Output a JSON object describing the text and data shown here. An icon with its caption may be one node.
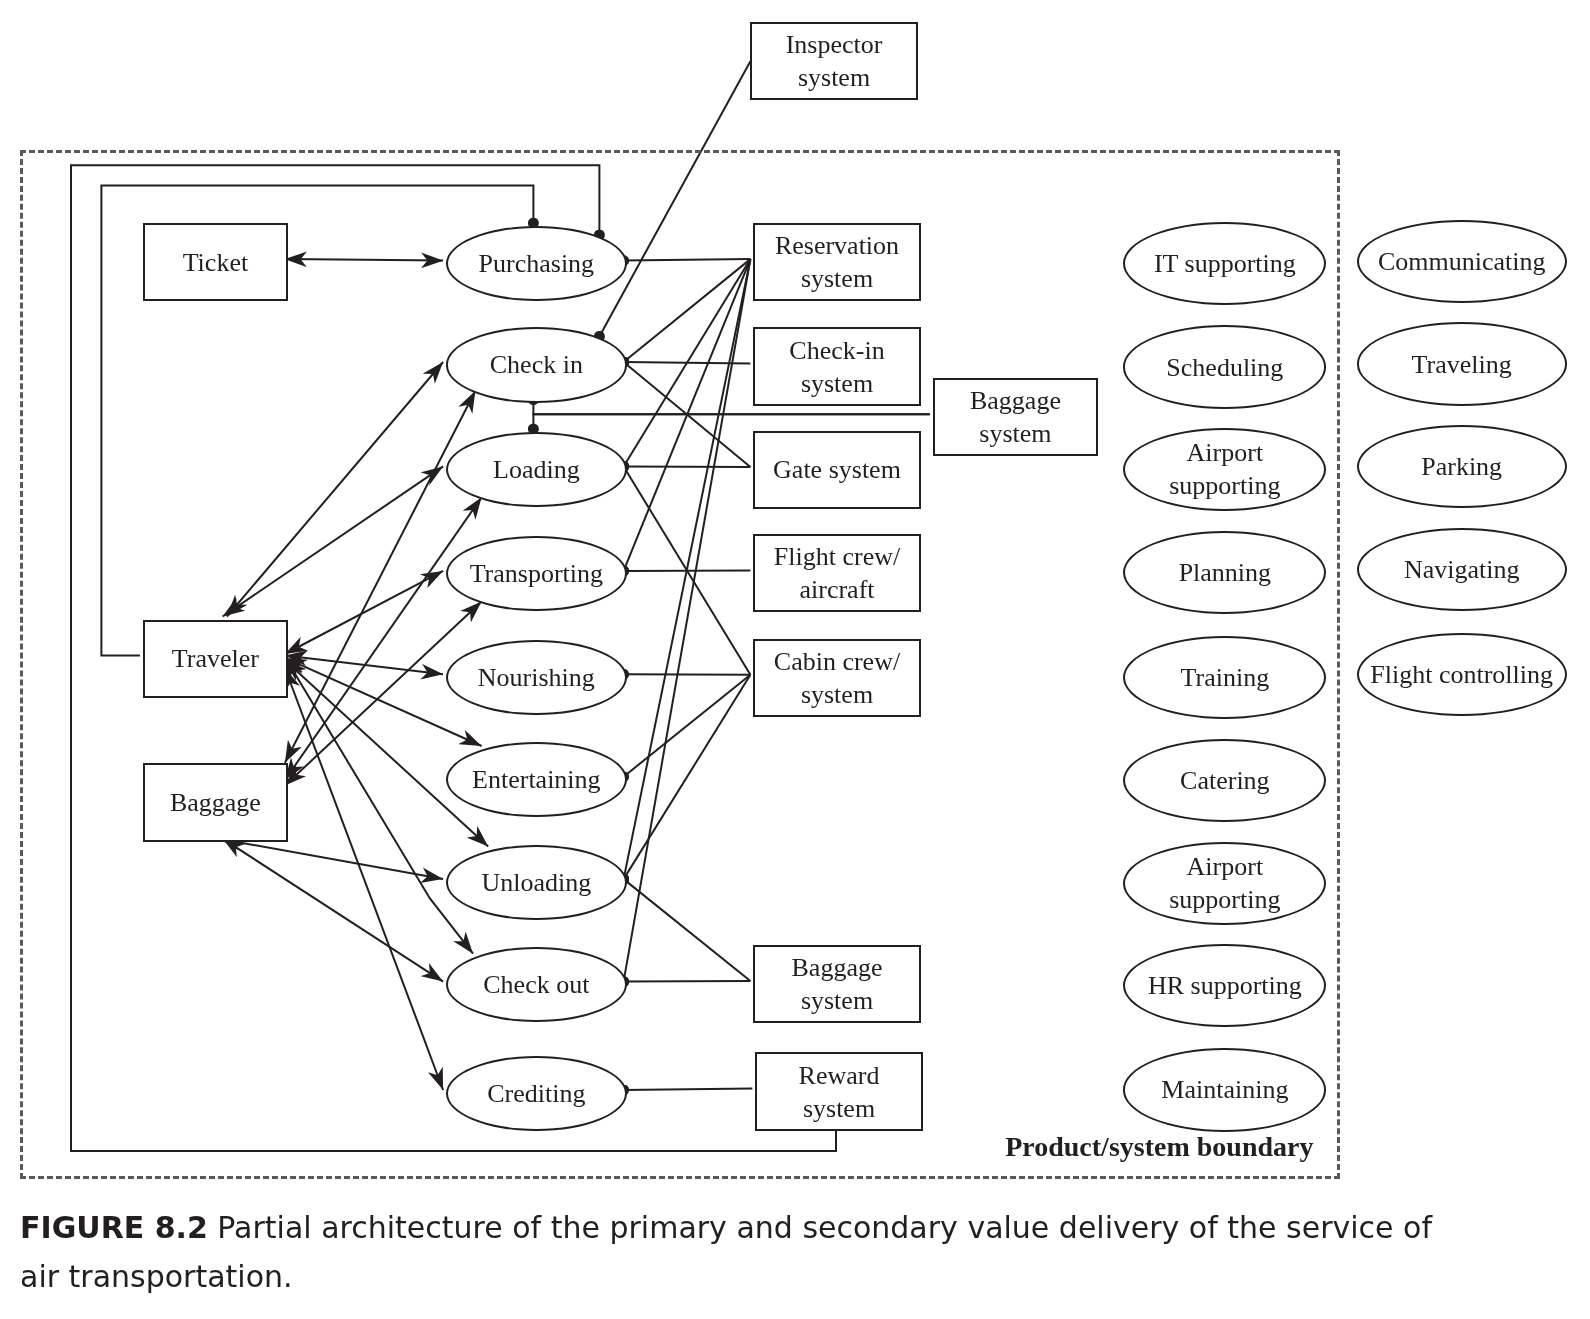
{
  "diagram": {
    "caption": "**FIGURE 8.2**   Partial architecture of the primary and secondary value delivery of the service of air transportation.",
    "nodes": [
      {
        "text": [
          "Inspector system"
        ]
      },
      {
        "text": [
          "Product/system boundary"
        ]
      },
      {
        "text": [
          "Ticket"
        ],
        "in": 1
      },
      {
        "text": [
          "Traveler"
        ],
        "in": 1
      },
      {
        "text": [
          "Baggage"
        ],
        "in": 1
      },
      {
        "text": [
          "Purchasing"
        ],
        "in": 1
      },
      {
        "text": [
          "Check in"
        ],
        "in": 1
      },
      {
        "text": [
          "Loading"
        ],
        "in": 1
      },
      {
        "text": [
          "Transporting"
        ],
        "in": 1
      },
      {
        "text": [
          "Nourishing"
        ],
        "in": 1
      },
      {
        "text": [
          "Entertaining"
        ],
        "in": 1
      },
      {
        "text": [
          "Unloading"
        ],
        "in": 1
      },
      {
        "text": [
          "Check out"
        ],
        "in": 1
      },
      {
        "text": [
          "Crediting"
        ],
        "in": 1
      },
      {
        "text": [
          "Reservation system"
        ],
        "in": 1
      },
      {
        "text": [
          "Check-in system"
        ],
        "in": 1
      },
      {
        "text": [
          "Gate system"
        ],
        "in": 1
      },
      {
        "text": [
          "Flight crew/ aircraft"
        ],
        "in": 1
      },
      {
        "text": [
          "Cabin crew/ system"
        ],
        "in": 1
      },
      {
        "text": [
          "Baggage system"
        ],
        "in": 1
      },
      {
        "text": [
          "Reward system"
        ],
        "in": 1
      },
      {
        "text": [
          "Baggage system"
        ],
        "in": 1
      },
      {
        "text": [
          "IT supporting"
        ],
        "in": 1
      },
      {
        "text": [
          "Scheduling"
        ],
        "in": 1
      },
      {
        "text": [
          "Airport supporting"
        ],
        "in": 1
      },
      {
        "text": [
          "Planning"
        ],
        "in": 1
      },
      {
        "text": [
          "Training"
        ],
        "in": 1
      },
      {
        "text": [
          "Catering"
        ],
        "in": 1
      },
      {
        "text": [
          "Airport supporting"
        ],
        "in": 1
      },
      {
        "text": [
          "HR supporting"
        ],
        "in": 1
      },
      {
        "text": [
          "Maintaining"
        ],
        "in": 1
      },
      {
        "text": [
          "Communicating"
        ]
      },
      {
        "text": [
          "Traveling"
        ]
      },
      {
        "text": [
          "Parking"
        ]
      },
      {
        "text": [
          "Navigating"
        ]
      },
      {
        "text": [
          "Flight controlling"
        ]
      }
    ],
    "edges": [
      {
        "from": 2,
        "to": 5,
        "arrow": "both"
      },
      {
        "from": 5,
        "to": 3,
        "arrow": "other"
      },
      {
        "from": 5,
        "to": 20,
        "arrow": "other"
      },
      {
        "from": 6,
        "to": 0,
        "arrow": "other"
      },
      {
        "from": 5,
        "to": 14,
        "arrow": "other"
      },
      {
        "from": 6,
        "to": 14,
        "arrow": "other"
      },
      {
        "from": 6,
        "to": 15,
        "arrow": "other"
      },
      {
        "from": 6,
        "to": 16,
        "arrow": "other"
      },
      {
        "from": 6,
        "to": 21,
        "arrow": "other"
      },
      {
        "from": 7,
        "to": 21,
        "arrow": "other"
      },
      {
        "from": 7,
        "to": 14,
        "arrow": "other"
      },
      {
        "from": 7,
        "to": 16,
        "arrow": "other"
      },
      {
        "from": 7,
        "to": 18,
        "arrow": "other"
      },
      {
        "from": 8,
        "to": 14,
        "arrow": "other"
      },
      {
        "from": 8,
        "to": 17,
        "arrow": "other"
      },
      {
        "from": 9,
        "to": 18,
        "arrow": "other"
      },
      {
        "from": 10,
        "to": 18,
        "arrow": "other"
      },
      {
        "from": 11,
        "to": 14,
        "arrow": "other"
      },
      {
        "from": 11,
        "to": 18,
        "arrow": "other"
      },
      {
        "from": 11,
        "to": 19,
        "arrow": "other"
      },
      {
        "from": 12,
        "to": 14,
        "arrow": "other"
      },
      {
        "from": 12,
        "to": 19,
        "arrow": "other"
      },
      {
        "from": 13,
        "to": 20,
        "arrow": "other"
      },
      {
        "from": 3,
        "to": 6,
        "arrow": "both"
      },
      {
        "from": 3,
        "to": 7,
        "arrow": "both"
      },
      {
        "from": 3,
        "to": 8,
        "arrow": "both"
      },
      {
        "from": 3,
        "to": 9,
        "arrow": "both"
      },
      {
        "from": 3,
        "to": 10,
        "arrow": "both"
      },
      {
        "from": 3,
        "to": 11,
        "arrow": "both"
      },
      {
        "from": 3,
        "to": 12,
        "arrow": "both"
      },
      {
        "from": 3,
        "to": 13,
        "arrow": "both"
      },
      {
        "from": 4,
        "to": 6,
        "arrow": "both"
      },
      {
        "from": 4,
        "to": 7,
        "arrow": "both"
      },
      {
        "from": 4,
        "to": 8,
        "arrow": "both"
      },
      {
        "from": 4,
        "to": 11,
        "arrow": "both"
      },
      {
        "from": 4,
        "to": 12,
        "arrow": "both"
      }
    ]
  }
}
